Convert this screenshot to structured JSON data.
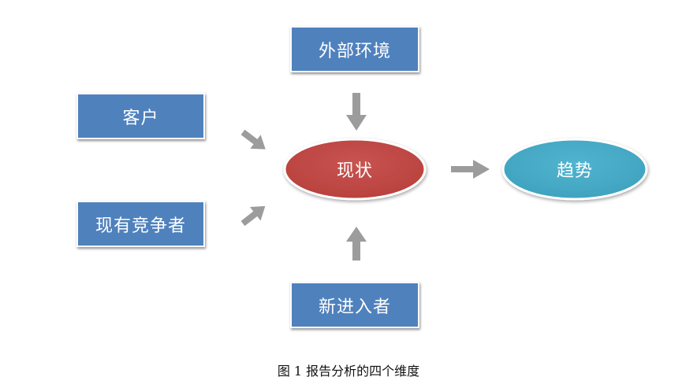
{
  "nodes": {
    "external_env": "外部环境",
    "customers": "客户",
    "competitors": "现有竞争者",
    "status": "现状",
    "new_entrants": "新进入者",
    "trend": "趋势"
  },
  "caption": "图 1 报告分析的四个维度",
  "colors": {
    "box": "#4f81bd",
    "status": "#c0504d",
    "trend": "#4bacc6",
    "arrow": "#9c9c9c"
  }
}
